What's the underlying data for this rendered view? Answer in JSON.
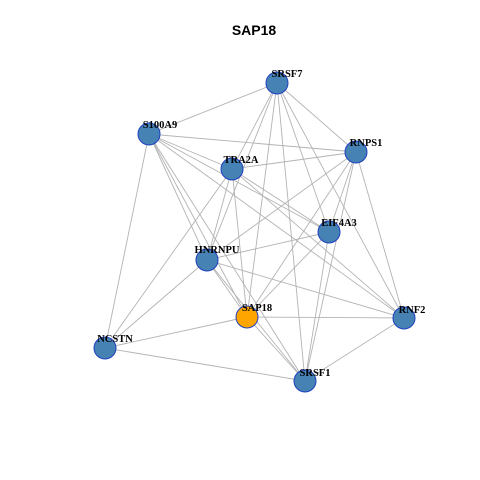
{
  "title": "SAP18",
  "colors": {
    "node_default": "#4682b4",
    "node_focus": "#ffa500",
    "node_border": "#1f3fbf",
    "edge": "#b3b3b3",
    "background": "#ffffff"
  },
  "focus_node": "SAP18",
  "nodes": [
    "SRSF7",
    "S100A9",
    "RNPS1",
    "TRA2A",
    "EIF4A3",
    "HNRNPU",
    "SAP18",
    "RNF2",
    "NCSTN",
    "SRSF1"
  ],
  "edges": [
    [
      "SRSF7",
      "S100A9"
    ],
    [
      "SRSF7",
      "RNPS1"
    ],
    [
      "SRSF7",
      "TRA2A"
    ],
    [
      "SRSF7",
      "EIF4A3"
    ],
    [
      "SRSF7",
      "HNRNPU"
    ],
    [
      "SRSF7",
      "SAP18"
    ],
    [
      "SRSF7",
      "RNF2"
    ],
    [
      "SRSF7",
      "SRSF1"
    ],
    [
      "S100A9",
      "RNPS1"
    ],
    [
      "S100A9",
      "TRA2A"
    ],
    [
      "S100A9",
      "EIF4A3"
    ],
    [
      "S100A9",
      "HNRNPU"
    ],
    [
      "S100A9",
      "SAP18"
    ],
    [
      "S100A9",
      "RNF2"
    ],
    [
      "S100A9",
      "NCSTN"
    ],
    [
      "S100A9",
      "SRSF1"
    ],
    [
      "RNPS1",
      "TRA2A"
    ],
    [
      "RNPS1",
      "EIF4A3"
    ],
    [
      "RNPS1",
      "HNRNPU"
    ],
    [
      "RNPS1",
      "SAP18"
    ],
    [
      "RNPS1",
      "RNF2"
    ],
    [
      "RNPS1",
      "SRSF1"
    ],
    [
      "TRA2A",
      "EIF4A3"
    ],
    [
      "TRA2A",
      "HNRNPU"
    ],
    [
      "TRA2A",
      "SAP18"
    ],
    [
      "TRA2A",
      "RNF2"
    ],
    [
      "TRA2A",
      "NCSTN"
    ],
    [
      "EIF4A3",
      "HNRNPU"
    ],
    [
      "EIF4A3",
      "SAP18"
    ],
    [
      "EIF4A3",
      "SRSF1"
    ],
    [
      "HNRNPU",
      "SAP18"
    ],
    [
      "HNRNPU",
      "RNF2"
    ],
    [
      "HNRNPU",
      "NCSTN"
    ],
    [
      "HNRNPU",
      "SRSF1"
    ],
    [
      "SAP18",
      "RNF2"
    ],
    [
      "SAP18",
      "NCSTN"
    ],
    [
      "SAP18",
      "SRSF1"
    ],
    [
      "NCSTN",
      "SRSF1"
    ],
    [
      "RNF2",
      "SRSF1"
    ]
  ]
}
